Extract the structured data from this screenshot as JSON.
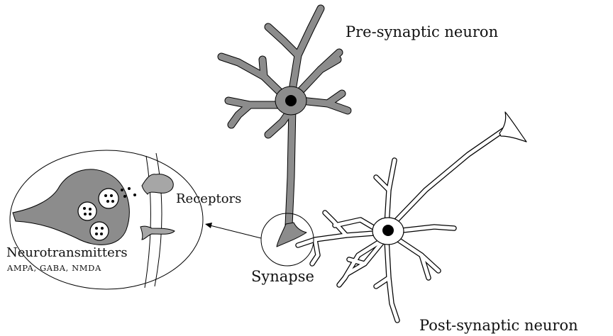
{
  "labels": {
    "pre_synaptic": "Pre-synaptic neuron",
    "post_synaptic": "Post-synaptic neuron",
    "synapse": "Synapse",
    "receptors": "Receptors",
    "neurotransmitters": "Neurotransmitters",
    "neurotransmitter_types": "AMPA, GABA, NMDA"
  },
  "colors": {
    "pre_neuron_fill": "#8c8c8c",
    "post_neuron_fill": "#ffffff",
    "outline": "#000000",
    "receptor_fill": "#a6a6a6"
  }
}
